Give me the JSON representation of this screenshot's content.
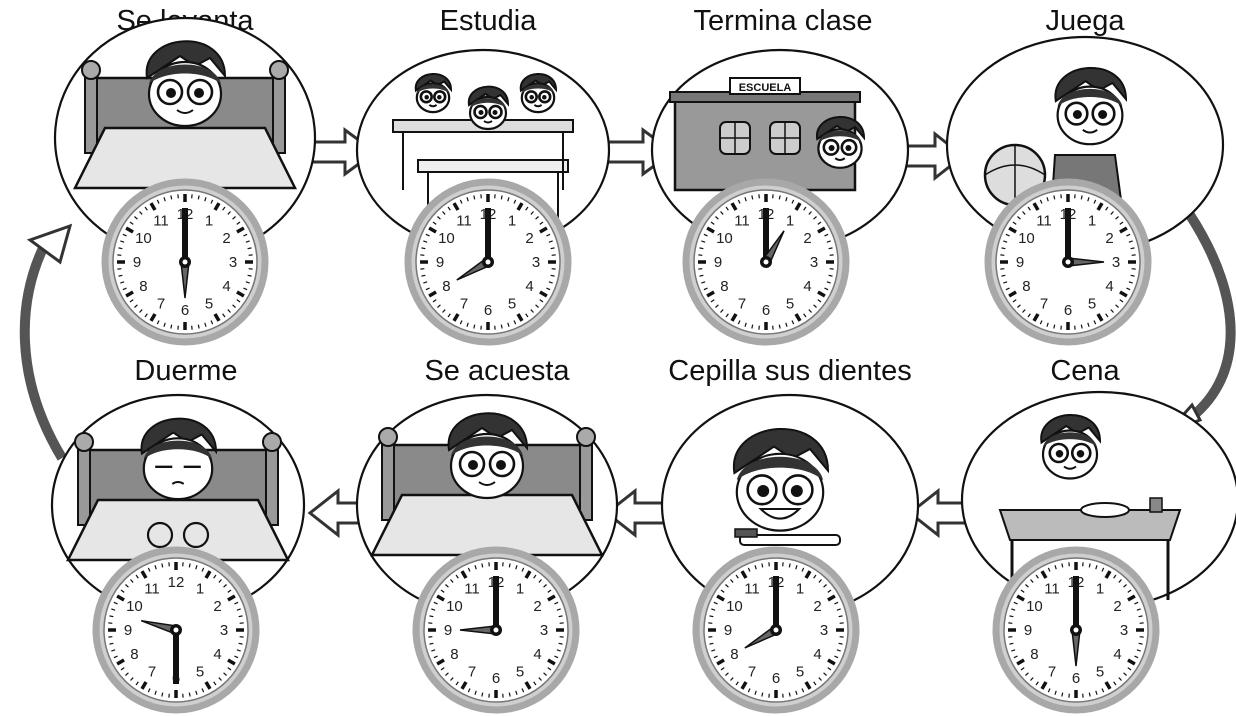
{
  "activities": [
    {
      "title": "Se levanta",
      "scene": "boy-waking-in-bed",
      "hour": 6,
      "minute": 0
    },
    {
      "title": "Estudia",
      "scene": "classroom-desks",
      "hour": 8,
      "minute": 0
    },
    {
      "title": "Termina clase",
      "scene": "school-building",
      "sign": "ESCUELA",
      "hour": 1,
      "minute": 0
    },
    {
      "title": "Juega",
      "scene": "boy-with-ball",
      "hour": 3,
      "minute": 0
    },
    {
      "title": "Cena",
      "scene": "boy-eating-dinner",
      "hour": 6,
      "minute": 0
    },
    {
      "title": "Cepilla sus dientes",
      "scene": "boy-brushing-teeth",
      "hour": 8,
      "minute": 0
    },
    {
      "title": "Se acuesta",
      "scene": "boy-going-to-bed",
      "hour": 9,
      "minute": 0
    },
    {
      "title": "Duerme",
      "scene": "boy-sleeping",
      "hour": 9,
      "minute": 30
    }
  ],
  "clock_numbers": [
    "12",
    "1",
    "2",
    "3",
    "4",
    "5",
    "6",
    "7",
    "8",
    "9",
    "10",
    "11"
  ],
  "colors": {
    "ink": "#111111",
    "gray": "#888888",
    "light_gray": "#cfcfcf",
    "rim": "#a8a8a8"
  }
}
